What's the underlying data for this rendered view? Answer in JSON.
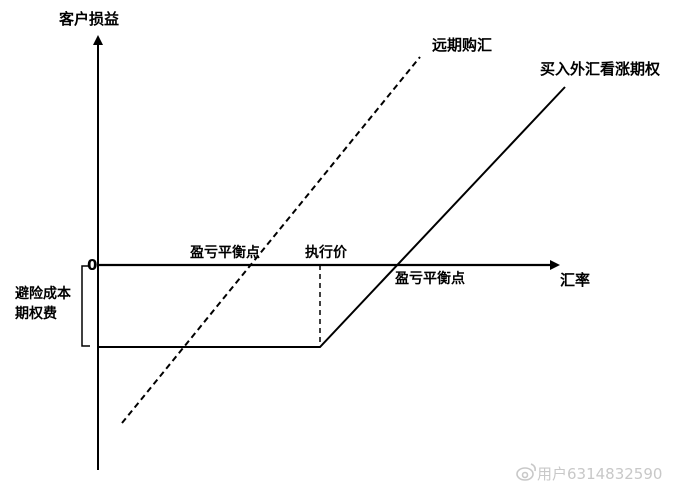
{
  "labels": {
    "y_axis": "客户损益",
    "x_axis": "汇率",
    "origin": "0",
    "forward": "远期购汇",
    "call_option": "买入外汇看涨期权",
    "breakeven_left": "盈亏平衡点",
    "strike": "执行价",
    "breakeven_right": "盈亏平衡点",
    "cost_line1": "避险成本",
    "cost_line2": "期权费"
  },
  "watermark": "用户6314832590",
  "colors": {
    "line": "#000000",
    "watermark": "#c8c8c8"
  }
}
